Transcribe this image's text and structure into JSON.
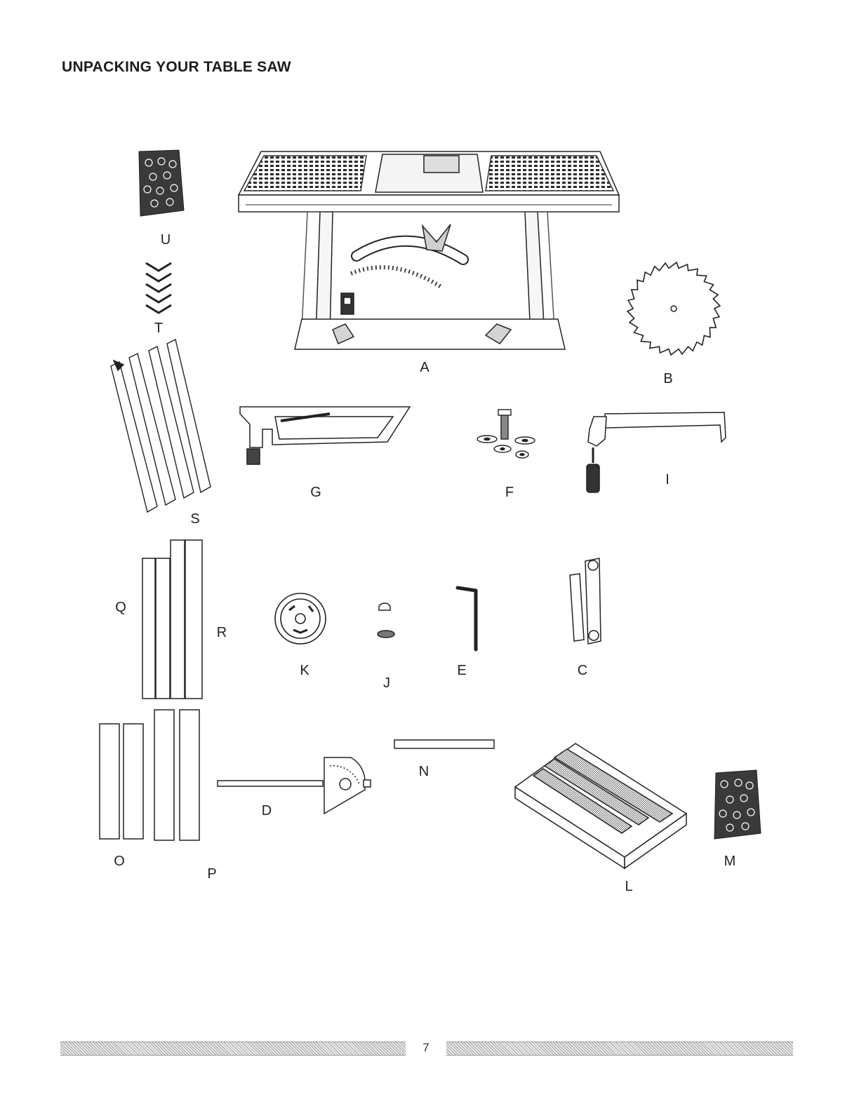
{
  "page": {
    "title": "UNPACKING YOUR TABLE SAW",
    "page_number": "7"
  },
  "parts": [
    {
      "key": "A"
    },
    {
      "key": "B"
    },
    {
      "key": "C"
    },
    {
      "key": "D"
    },
    {
      "key": "E"
    },
    {
      "key": "F"
    },
    {
      "key": "G"
    },
    {
      "key": "I"
    },
    {
      "key": "J"
    },
    {
      "key": "K"
    },
    {
      "key": "L"
    },
    {
      "key": "M"
    },
    {
      "key": "N"
    },
    {
      "key": "O"
    },
    {
      "key": "P"
    },
    {
      "key": "Q"
    },
    {
      "key": "R"
    },
    {
      "key": "S"
    },
    {
      "key": "T"
    },
    {
      "key": "U"
    }
  ]
}
